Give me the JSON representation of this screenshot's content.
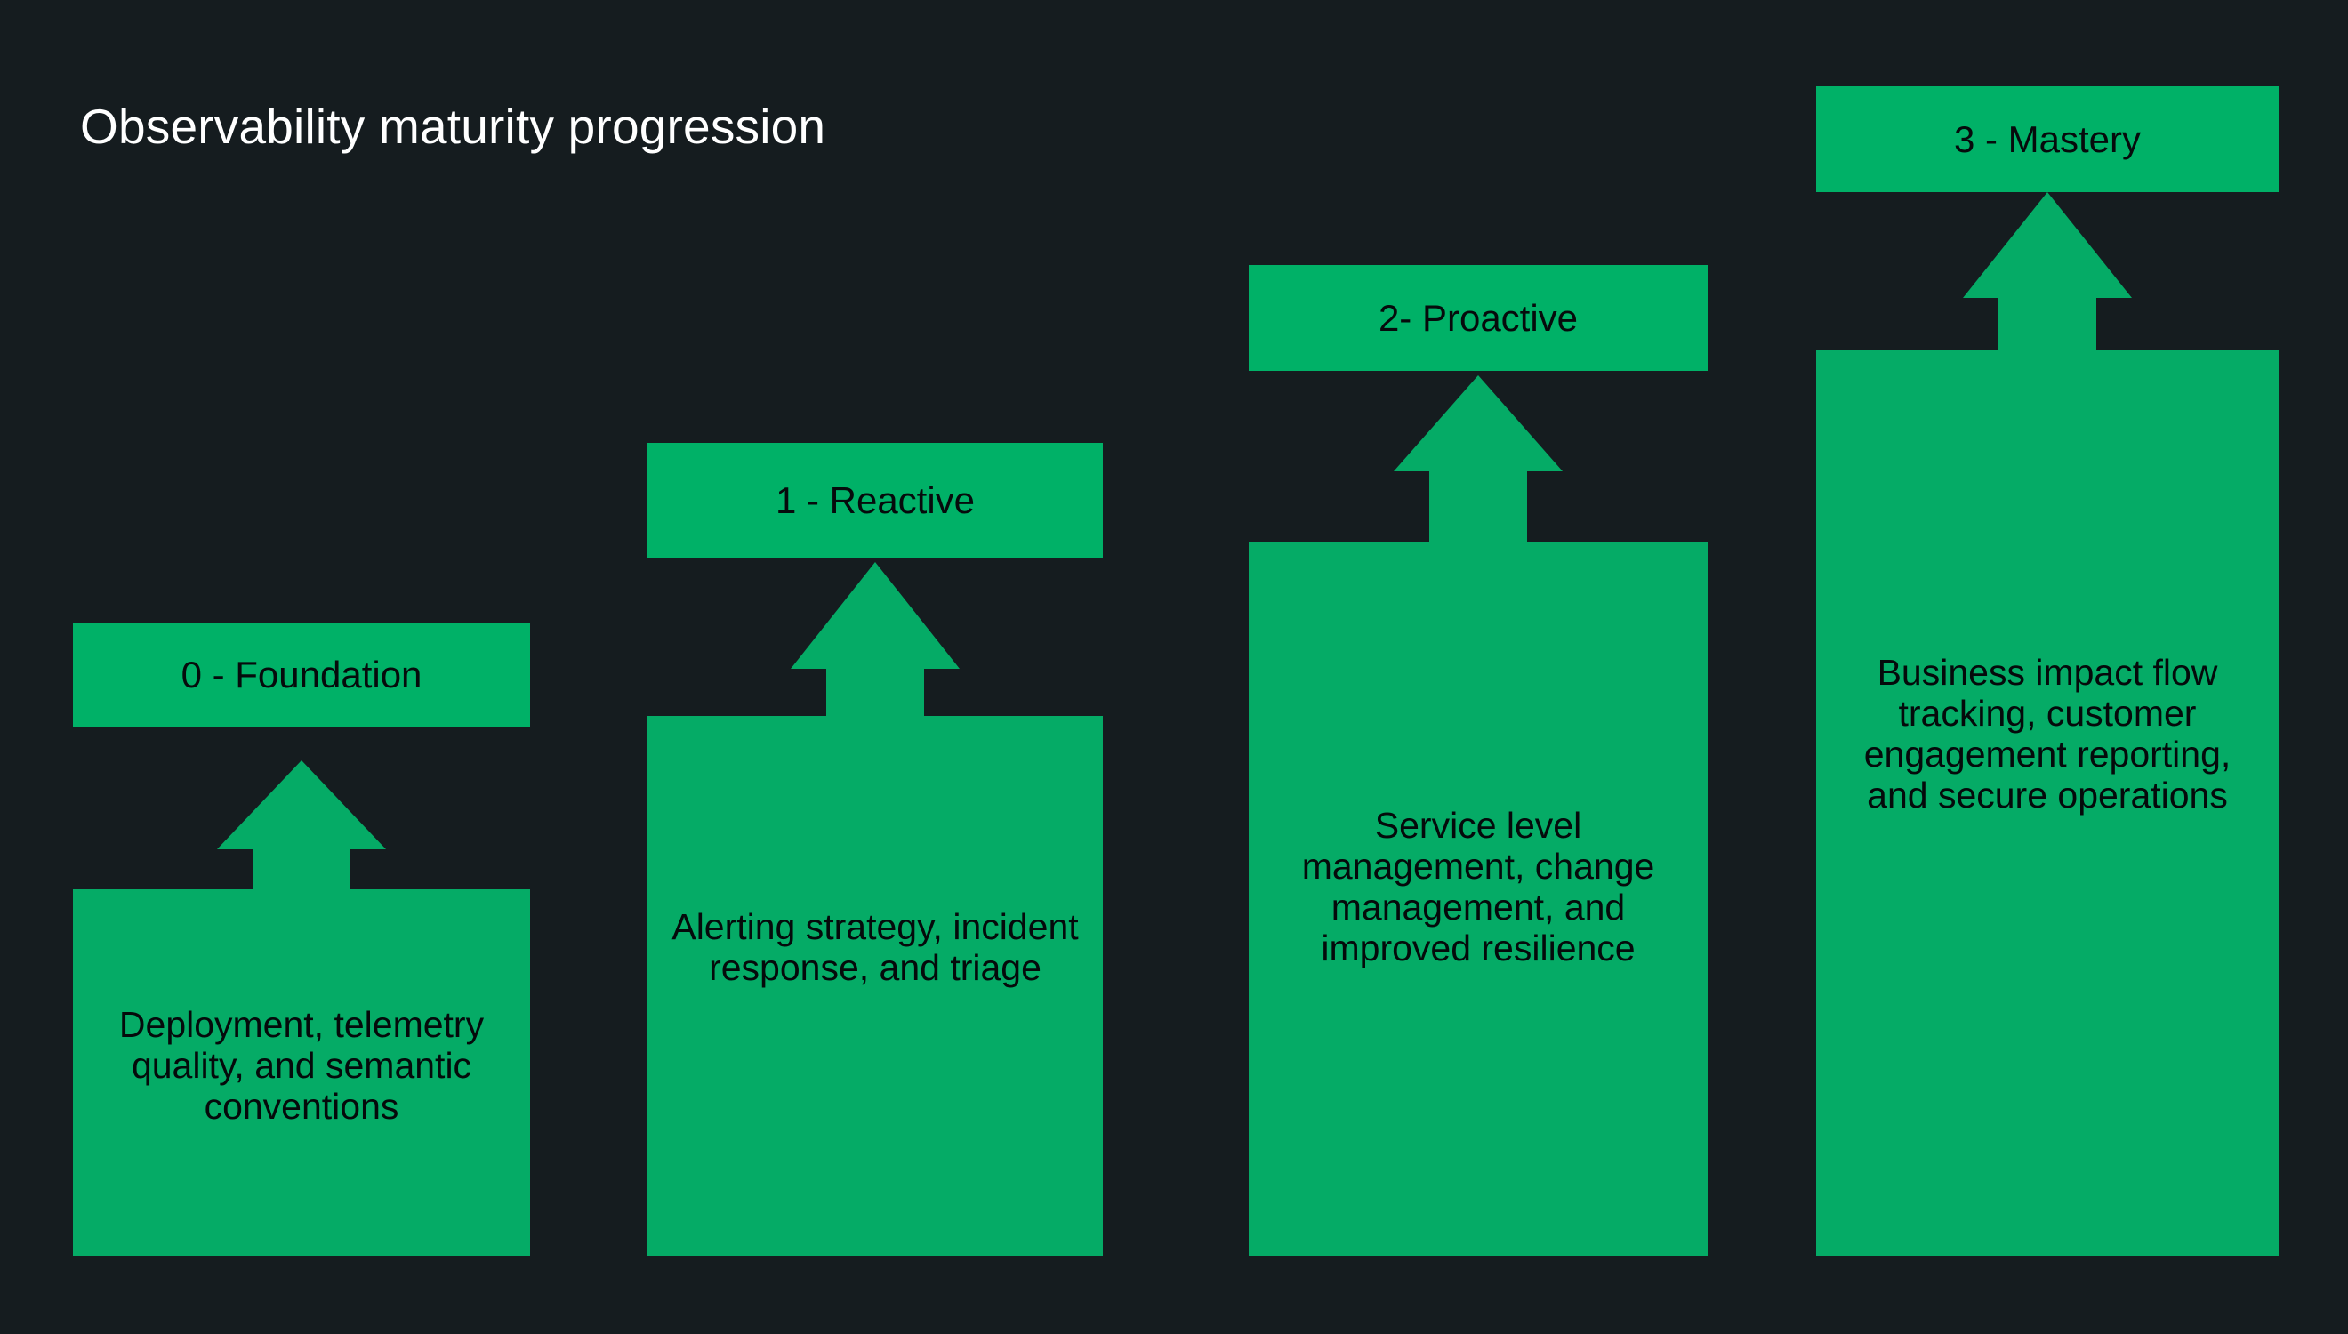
{
  "title": "Observability maturity progression",
  "colors": {
    "background": "#151c1f",
    "green": "#05ab66",
    "label_green": "#00b167",
    "title_text": "#ffffff",
    "box_text": "#060b0c"
  },
  "stages": [
    {
      "label": "0 - Foundation",
      "body": "Deployment, telemetry quality, and semantic conventions"
    },
    {
      "label": "1 - Reactive",
      "body": "Alerting strategy, incident response, and triage"
    },
    {
      "label": "2- Proactive",
      "body": "Service level management, change management, and improved resilience"
    },
    {
      "label": "3 - Mastery",
      "body": "Business impact flow tracking, customer engagement reporting, and secure operations"
    }
  ]
}
